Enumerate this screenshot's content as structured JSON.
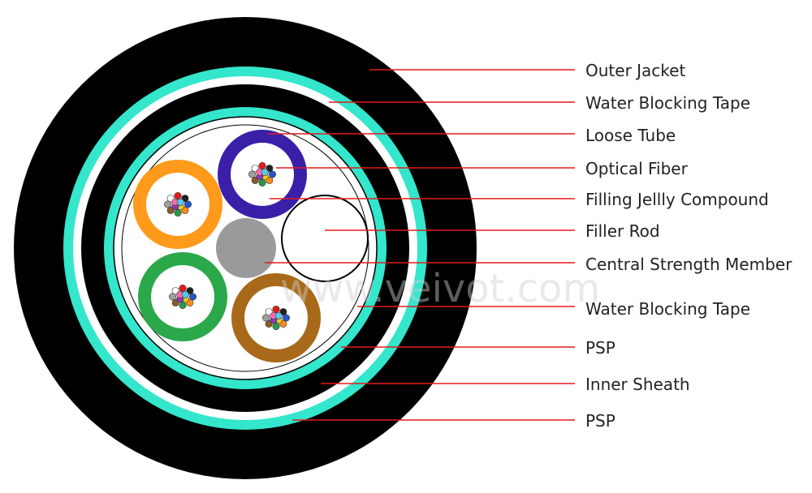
{
  "labels": [
    "Outer Jacket",
    "Water Blocking Tape",
    "Loose Tube",
    "Optical Fiber",
    "Filling Jellly Compound",
    "Filler Rod",
    "Central Strength Member",
    "Water Blocking Tape",
    "PSP",
    "Inner Sheath",
    "PSP"
  ],
  "watermark": "www.veivot.com",
  "colors": {
    "jacket": "#000000",
    "psp": "#33e6cc",
    "leader": "#e31b1b",
    "tube_blue": "#3b1fa8",
    "tube_orange": "#ff9a1a",
    "tube_green": "#2aa84a",
    "tube_brown": "#a86a1a",
    "strength_member": "#9a9a9a",
    "fiber_colors": [
      "#2a55c8",
      "#ff8c1a",
      "#2a9a4a",
      "#8a5a2a",
      "#a0a0a0",
      "#ffffff",
      "#e31b1b",
      "#222222",
      "#e8d020",
      "#8a3ab8",
      "#ff6ab0",
      "#5ac8e8"
    ]
  },
  "tubes": [
    {
      "name": "loose-tube-blue",
      "color": "tube_blue"
    },
    {
      "name": "loose-tube-orange",
      "color": "tube_orange"
    },
    {
      "name": "loose-tube-green",
      "color": "tube_green"
    },
    {
      "name": "loose-tube-brown",
      "color": "tube_brown"
    }
  ]
}
